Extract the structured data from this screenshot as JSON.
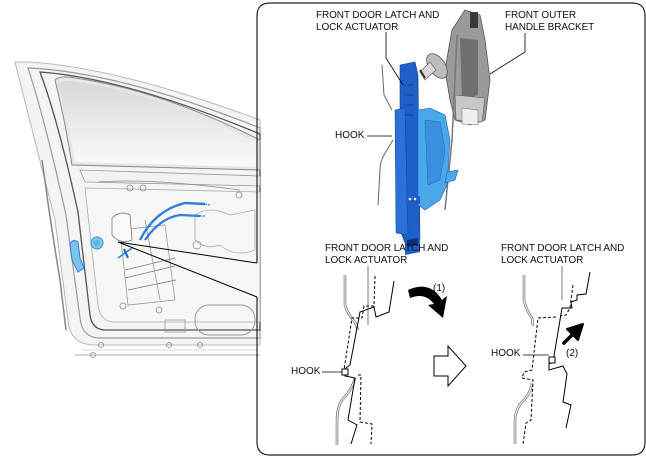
{
  "figure": {
    "door_view": {
      "description": "Front door inner panel with latch area highlighted",
      "highlight_color": "#2f7fd6"
    },
    "detail_panel": {
      "top_view": {
        "labels": {
          "latch_actuator": "FRONT DOOR LATCH AND\nLOCK ACTUATOR",
          "outer_handle_bracket": "FRONT OUTER\nHANDLE BRACKET",
          "hook": "HOOK"
        },
        "part_colors": {
          "actuator_dark": "#1f5fc8",
          "actuator_light": "#4aa8e8",
          "bracket_grey": "#8a8a8a"
        }
      },
      "step_left": {
        "label": "FRONT DOOR LATCH AND\nLOCK ACTUATOR",
        "hook_label": "HOOK",
        "arrow_label": "(1)"
      },
      "step_right": {
        "label": "FRONT DOOR LATCH AND\nLOCK ACTUATOR",
        "hook_label": "HOOK",
        "arrow_label": "(2)"
      },
      "transition_arrow": "next-step-arrow"
    }
  }
}
